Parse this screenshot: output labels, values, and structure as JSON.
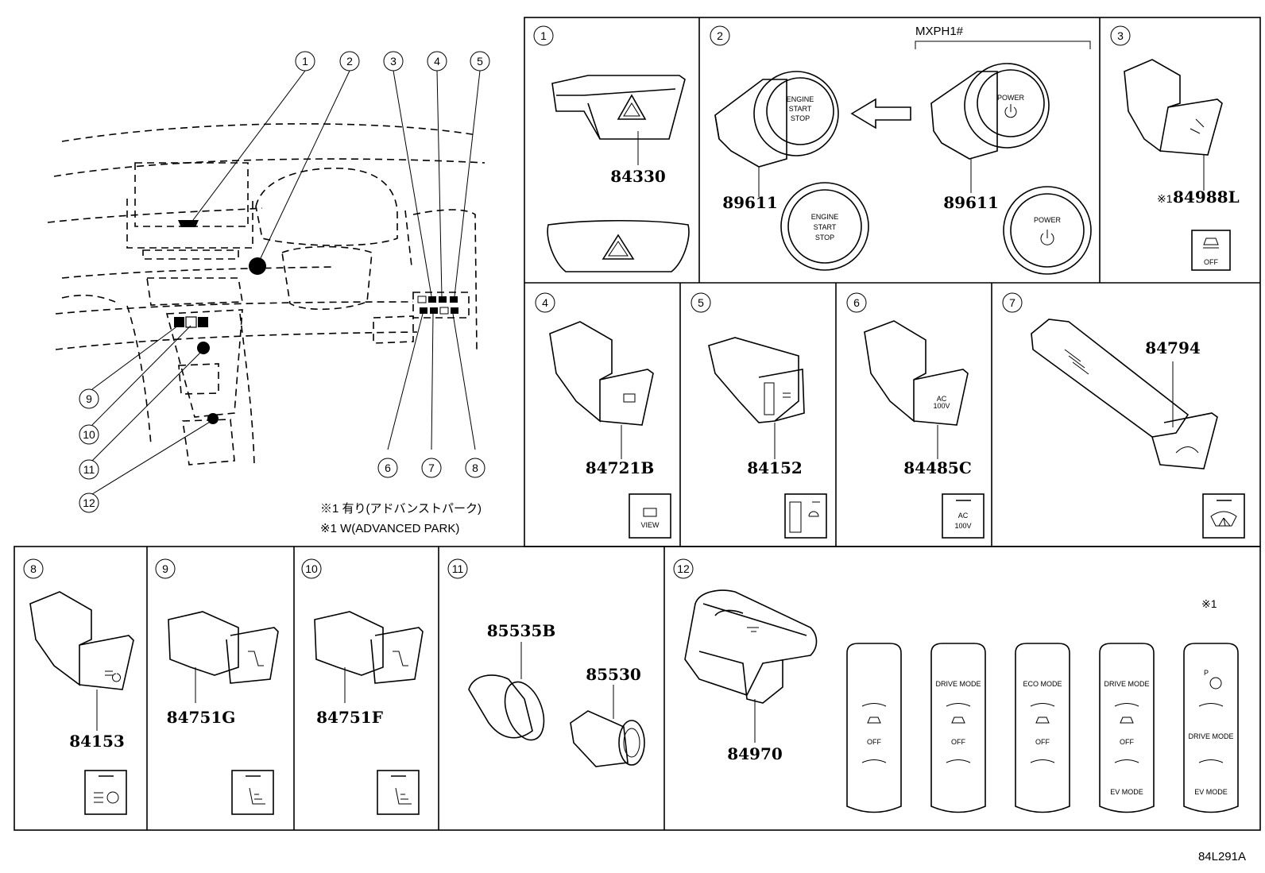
{
  "diagram_id": "84L291A",
  "model_label": "MXPH1#",
  "notes": {
    "note1_jp": "※1 有り(アドバンストパーク)",
    "note1_en": "※1 W(ADVANCED PARK)",
    "mark": "※1"
  },
  "callouts": [
    "1",
    "2",
    "3",
    "4",
    "5",
    "6",
    "7",
    "8",
    "9",
    "10",
    "11",
    "12"
  ],
  "panels": {
    "p1": {
      "no": "1",
      "part": "84330"
    },
    "p2": {
      "no": "2",
      "part_a": "89611",
      "part_b": "89611",
      "btn_a": [
        "ENGINE",
        "START",
        "STOP"
      ],
      "btn_b": [
        "POWER"
      ]
    },
    "p3": {
      "no": "3",
      "part": "84988L",
      "icon_text": "OFF"
    },
    "p4": {
      "no": "4",
      "part": "84721B",
      "icon_text": "VIEW"
    },
    "p5": {
      "no": "5",
      "part": "84152"
    },
    "p6": {
      "no": "6",
      "part": "84485C",
      "icon_text": [
        "AC",
        "100V"
      ]
    },
    "p7": {
      "no": "7",
      "part": "84794"
    },
    "p8": {
      "no": "8",
      "part": "84153"
    },
    "p9": {
      "no": "9",
      "part": "84751G"
    },
    "p10": {
      "no": "10",
      "part": "84751F"
    },
    "p11": {
      "no": "11",
      "part_a": "85535B",
      "part_b": "85530"
    },
    "p12": {
      "no": "12",
      "part": "84970",
      "variants": [
        {
          "top": "",
          "mid": "OFF",
          "bot": ""
        },
        {
          "top": "DRIVE MODE",
          "mid": "OFF",
          "bot": ""
        },
        {
          "top": "ECO MODE",
          "mid": "OFF",
          "bot": ""
        },
        {
          "top": "DRIVE MODE",
          "mid": "OFF",
          "bot": "EV MODE"
        },
        {
          "top": "P",
          "mid": "DRIVE MODE",
          "bot": "EV MODE"
        }
      ]
    }
  }
}
